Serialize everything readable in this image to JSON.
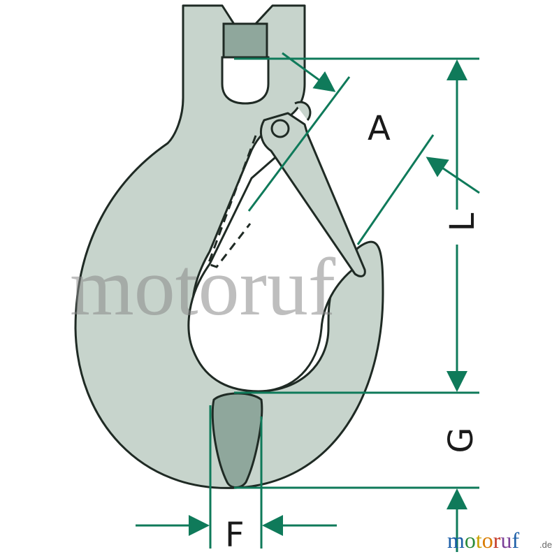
{
  "diagram": {
    "labels": {
      "A": "A",
      "L": "L",
      "G": "G",
      "F": "F"
    },
    "colors": {
      "hook_body": "#c7d4cc",
      "hook_inner": "#8fa79c",
      "outline": "#1f2a24",
      "dimension_lines": "#0f7a5a",
      "watermark": "#8a8a8a"
    }
  },
  "watermark": {
    "text": "motoruf"
  },
  "brand": {
    "letters": [
      "m",
      "o",
      "t",
      "o",
      "r",
      "u",
      "f"
    ],
    "letter_colors": [
      "#1d5fa8",
      "#2b8c3b",
      "#c9a100",
      "#d97b00",
      "#c43b2a",
      "#7b3f98",
      "#1d5fa8"
    ],
    "tld": ".de"
  },
  "icons": {
    "hook": "clevis-sling-hook-icon"
  }
}
